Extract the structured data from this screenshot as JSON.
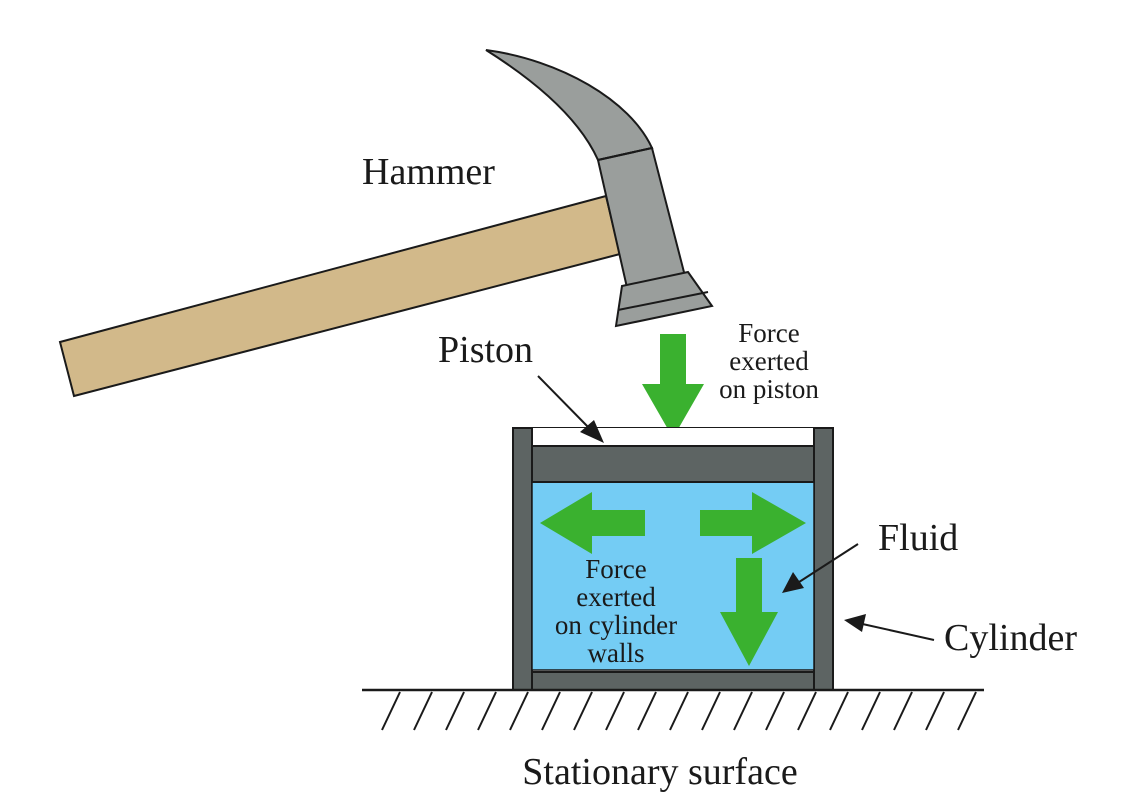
{
  "labels": {
    "hammer": "Hammer",
    "piston": "Piston",
    "fluid": "Fluid",
    "cylinder": "Cylinder",
    "surface": "Stationary surface",
    "force_piston": [
      "Force",
      "exerted",
      "on piston"
    ],
    "force_walls": [
      "Force",
      "exerted",
      "on cylinder",
      "walls"
    ]
  },
  "colors": {
    "hammer_handle": "#d2b98a",
    "hammer_head": "#9a9e9c",
    "cylinder_wall": "#5d6463",
    "piston": "#5d6463",
    "fluid": "#74ccf4",
    "force_arrow": "#3ab12f",
    "outline": "#1a1a1a"
  },
  "icons": {
    "hammer": "hammer-icon",
    "force_arrows": "arrow-icon"
  }
}
